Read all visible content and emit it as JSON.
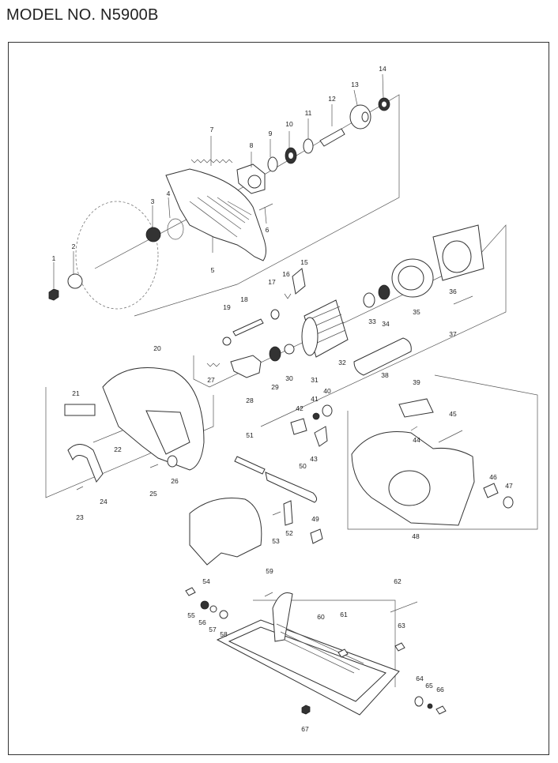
{
  "title": "MODEL NO. N5900B",
  "labels": [
    "1",
    "2",
    "3",
    "4",
    "5",
    "6",
    "7",
    "8",
    "9",
    "10",
    "11",
    "12",
    "13",
    "14",
    "15",
    "16",
    "17",
    "18",
    "19",
    "20",
    "21",
    "22",
    "23",
    "24",
    "25",
    "26",
    "27",
    "28",
    "29",
    "30",
    "31",
    "32",
    "33",
    "34",
    "35",
    "36",
    "37",
    "38",
    "39",
    "40",
    "41",
    "42",
    "43",
    "44",
    "45",
    "46",
    "47",
    "48",
    "49",
    "50",
    "51",
    "52",
    "53",
    "54",
    "55",
    "56",
    "57",
    "58",
    "59",
    "60",
    "61",
    "62",
    "63",
    "64",
    "65",
    "66",
    "67"
  ]
}
